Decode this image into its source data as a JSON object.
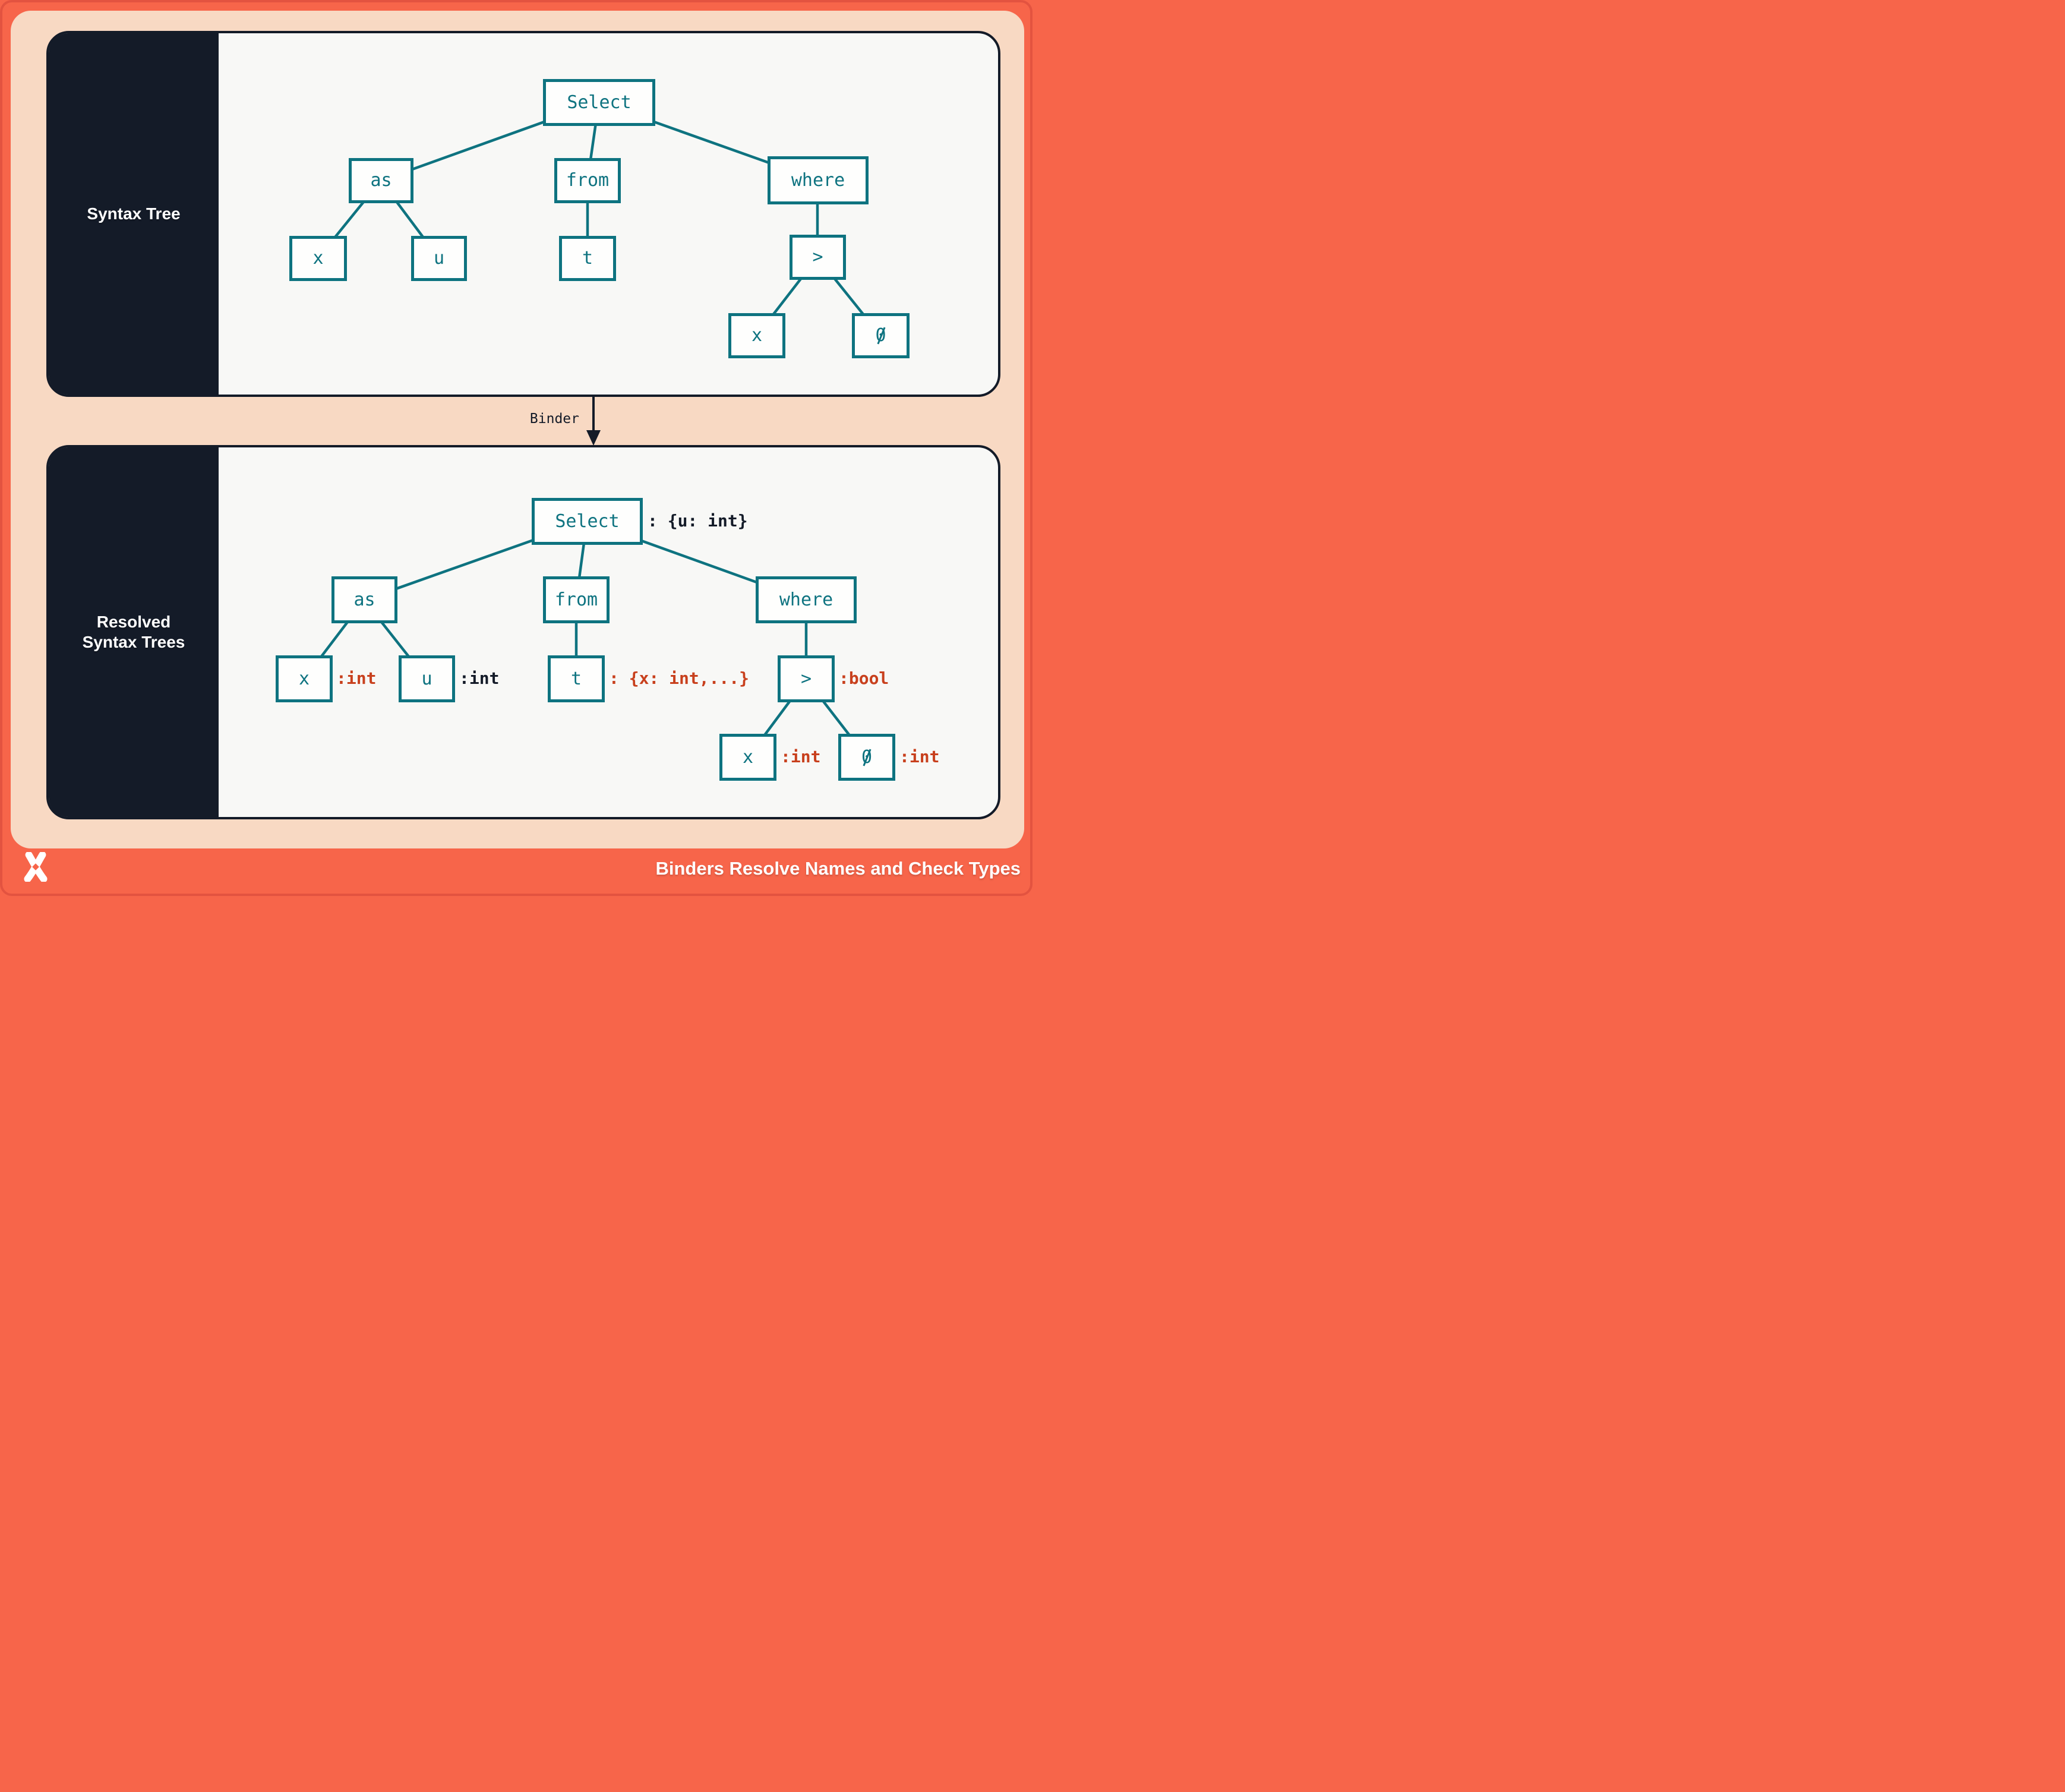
{
  "top_panel": {
    "sidebar_title": "Syntax Tree",
    "nodes": {
      "select": "Select",
      "as": "as",
      "from": "from",
      "where": "where",
      "x": "x",
      "u": "u",
      "t": "t",
      "gt": ">",
      "x2": "x",
      "zero": "0"
    }
  },
  "binder": {
    "label": "Binder"
  },
  "bottom_panel": {
    "sidebar_title_line1": "Resolved",
    "sidebar_title_line2": "Syntax Trees",
    "nodes": {
      "select": "Select",
      "as": "as",
      "from": "from",
      "where": "where",
      "x": "x",
      "u": "u",
      "t": "t",
      "gt": ">",
      "x2": "x",
      "zero": "0"
    },
    "types": {
      "select": ": {u: int}",
      "x": ":int",
      "u": ":int",
      "t": ": {x: int,...}",
      "gt": ":bool",
      "x2": ":int",
      "zero": ":int"
    }
  },
  "footer": {
    "title": "Binders Resolve Names and Check Types"
  },
  "colors": {
    "orange": "#f7654a",
    "peach": "#f8d9c3",
    "navy": "#141b28",
    "teal": "#0e7380",
    "red": "#c8401d",
    "panel_bg": "#f8f8f6"
  }
}
